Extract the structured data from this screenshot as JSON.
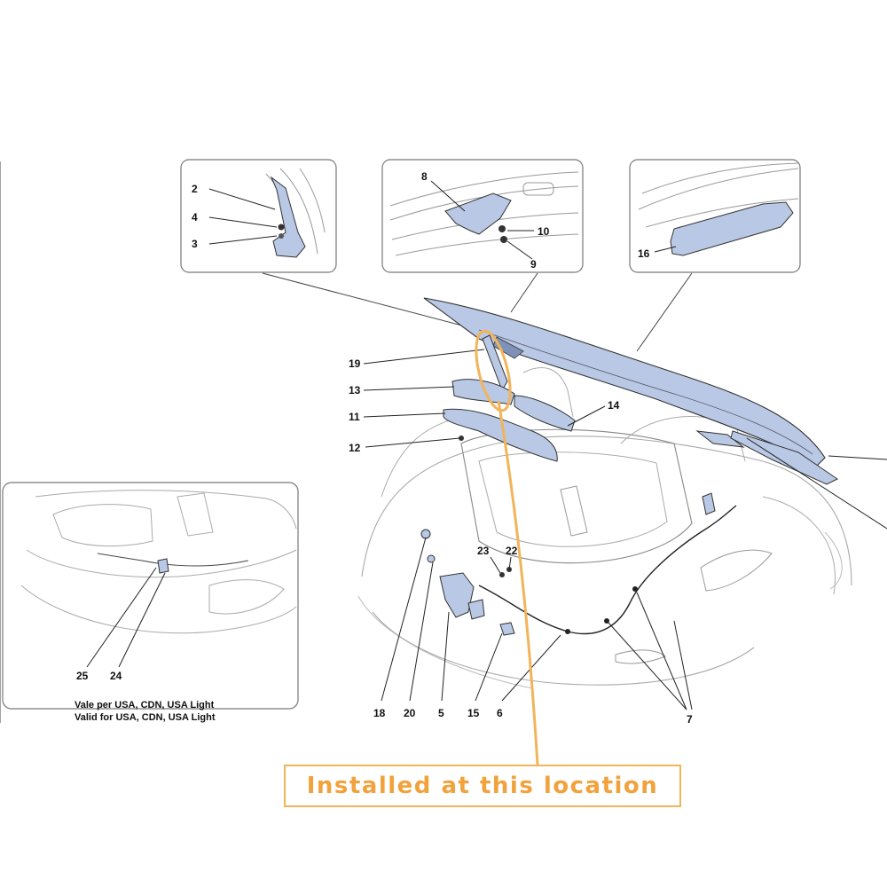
{
  "diagram": {
    "detail_boxes": [
      {
        "callouts": [
          "2",
          "4",
          "3"
        ]
      },
      {
        "callouts": [
          "8",
          "10",
          "9"
        ]
      },
      {
        "callouts": [
          "16"
        ]
      }
    ],
    "main_callouts": {
      "c19": "19",
      "c13": "13",
      "c11": "11",
      "c12": "12",
      "c14": "14",
      "c23": "23",
      "c22": "22",
      "c18": "18",
      "c20": "20",
      "c5": "5",
      "c15": "15",
      "c6": "6",
      "c7": "7"
    },
    "inset": {
      "callouts": [
        "25",
        "24"
      ],
      "note_line1": "Vale per USA, CDN, USA Light",
      "note_line2": "Valid for USA, CDN, USA Light"
    },
    "banner": "Installed at this location",
    "colors": {
      "part_fill": "#b9c8e4",
      "line": "#222222",
      "highlight": "#f2b45a",
      "banner_text": "#f2a23c"
    }
  }
}
